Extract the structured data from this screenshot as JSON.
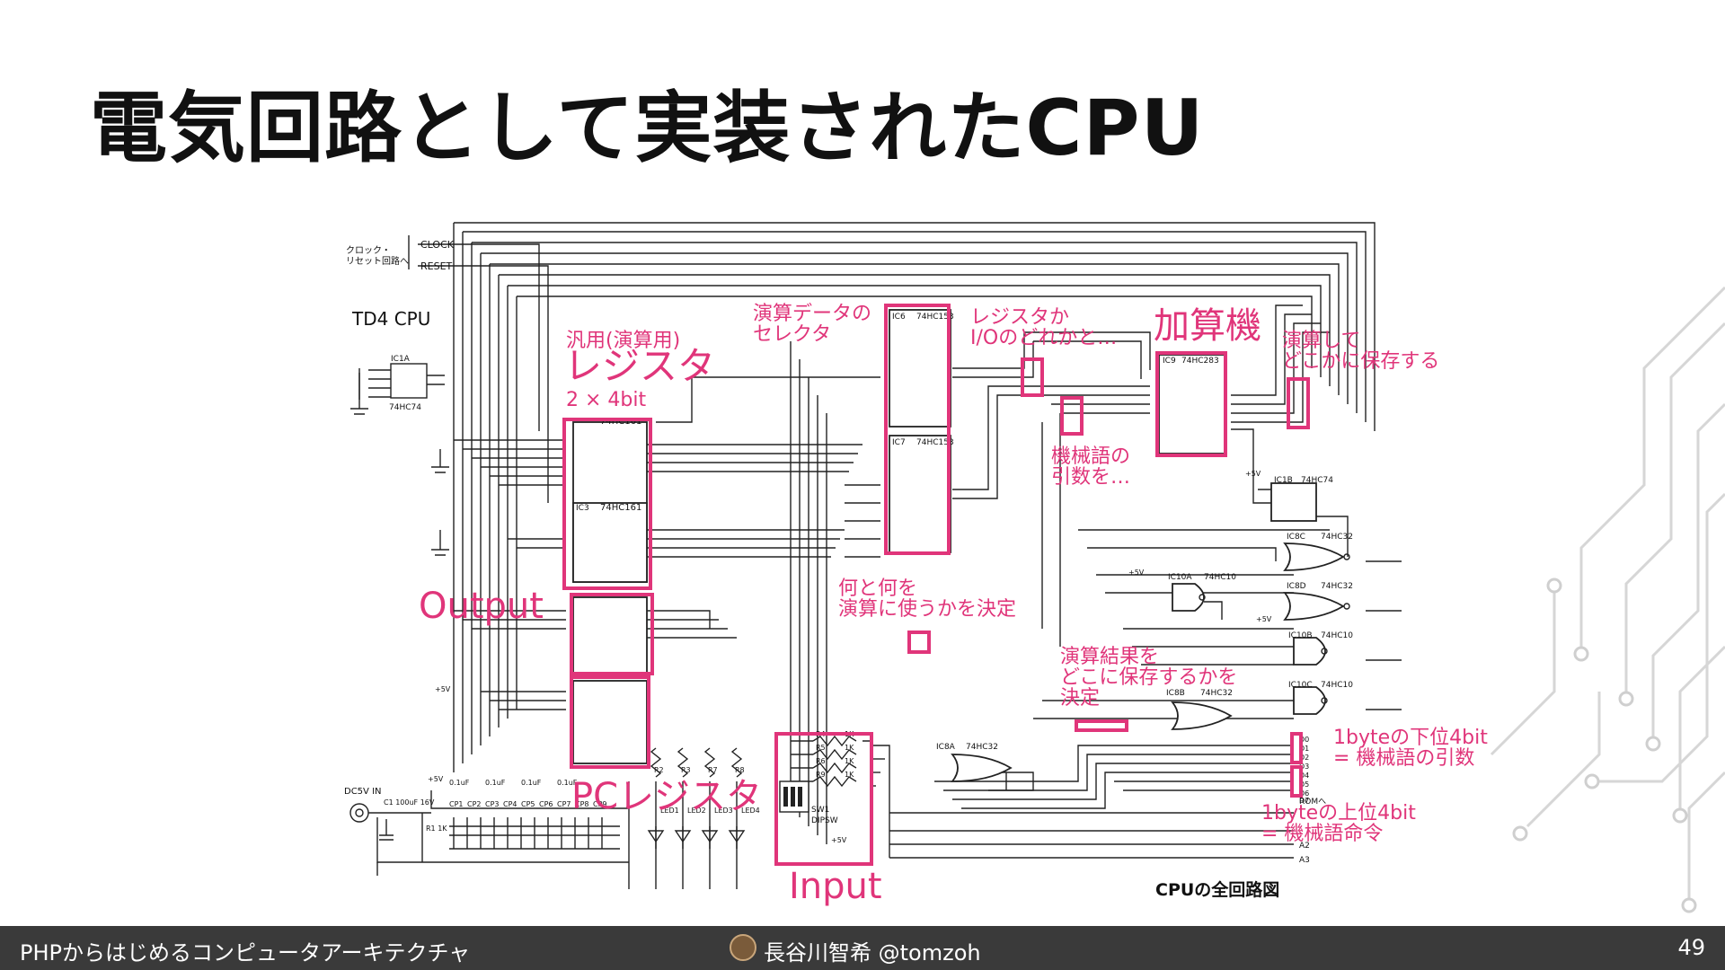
{
  "slide": {
    "title": "電気回路として実装されたCPU",
    "footer_title": "PHPからはじめるコンピュータアーキテクチャ",
    "footer_author": "長谷川智希 @tomzoh",
    "page_number": "49"
  },
  "diagram": {
    "cpu_name": "TD4 CPU",
    "caption": "CPUの全回路図",
    "clock_note": "クロック・\nリセット回路へ",
    "clock": "CLOCK",
    "reset": "RESET",
    "power_in": "DC5V IN",
    "capacitor": "C1 100uF 16V",
    "resistor": "R1 1K",
    "rom": "ROMへ",
    "dipsw": "DIPSW",
    "sw1": "SW1",
    "vcc": "+5V",
    "chips": {
      "ic1a": "IC1A",
      "c74hc74": "74HC74",
      "ic1b": "IC1B",
      "c74hc161": "74HC161",
      "ic3": "IC3",
      "ic6": "IC6",
      "ic7": "IC7",
      "c74hc153": "74HC153",
      "ic9": "IC9",
      "c74hc283": "74HC283",
      "ic8a": "IC8A",
      "ic8b": "IC8B",
      "ic8c": "IC8C",
      "ic8d": "IC8D",
      "c74hc32": "74HC32",
      "ic10a": "IC10A",
      "ic10b": "IC10B",
      "ic10c": "IC10C",
      "c74hc10": "74HC10"
    },
    "leds": [
      "LED1",
      "LED2",
      "LED3",
      "LED4"
    ],
    "resistors_top": [
      "R2",
      "R3",
      "R7",
      "R8"
    ],
    "resistors_dip": [
      "R4",
      "R5",
      "R6",
      "R9"
    ],
    "res_value": "1K",
    "caps": [
      "CP1",
      "CP2",
      "CP3",
      "CP4",
      "CP5",
      "CP6",
      "CP7",
      "CP8",
      "CP9"
    ],
    "cap_value": "0.1uF",
    "rom_data": [
      "D0",
      "D1",
      "D2",
      "D3",
      "D4",
      "D5",
      "D6",
      "D7"
    ],
    "addr": [
      "A2",
      "A3"
    ]
  },
  "annotations": {
    "register_small": "汎用(演算用)",
    "register_big": "レジスタ",
    "register_size": "2 × 4bit",
    "selector_line1": "演算データの",
    "selector_line2": "セレクタ",
    "reg_or_io_line1": "レジスタか",
    "reg_or_io_line2": "I/Oのどれかと…",
    "adder": "加算機",
    "store_line1": "演算して",
    "store_line2": "どこかに保存する",
    "operand_line1": "機械語の",
    "operand_line2": "引数を…",
    "what_line1": "何と何を",
    "what_line2": "演算に使うかを決定",
    "output": "Output",
    "result_line1": "演算結果を",
    "result_line2": "どこに保存するかを",
    "result_line3": "決定",
    "lower_line1": "1byteの下位4bit",
    "lower_line2": "= 機械語の引数",
    "upper_line1": "1byteの上位4bit",
    "upper_line2": "= 機械語命令",
    "pc_register": "PCレジスタ",
    "input": "Input"
  },
  "colors": {
    "accent": "#e0357a",
    "footer_bg": "#3a3a3a",
    "ink": "#111111"
  }
}
